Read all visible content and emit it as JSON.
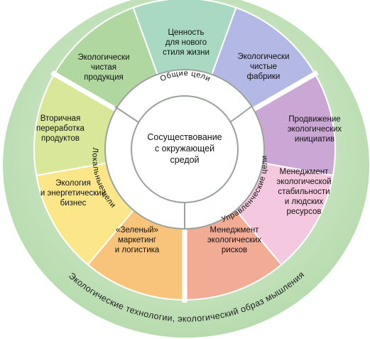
{
  "center": {
    "lines": [
      "Сосуществование",
      "с окружающей",
      "средой"
    ]
  },
  "ring": {
    "general": "Общие цели",
    "local": "Локальные цели",
    "managerial": "Управленческие цели"
  },
  "outer_text": "Экологические технологии, экологический образ  мышления",
  "colors": {
    "outer_ring": "#bfe0b6",
    "inner_ring": "#ffffff",
    "center": "#ffffff",
    "separator": "#9aa09a"
  },
  "segments": [
    {
      "id": "values",
      "lines": [
        "Ценность",
        "для нового",
        "стиля жизни"
      ],
      "color": "#a9d9c2"
    },
    {
      "id": "eco-factories",
      "lines": [
        "Экологически",
        "чистые",
        "фабрики"
      ],
      "color": "#b4b8e4"
    },
    {
      "id": "eco-initiatives",
      "lines": [
        "Продвижение",
        "экологических",
        "инициатив"
      ],
      "color": "#cba7d6"
    },
    {
      "id": "eco-management",
      "lines": [
        "Менеджмент",
        "экологической",
        "стабильности",
        "и людских",
        "ресурсов"
      ],
      "color": "#f4c8de"
    },
    {
      "id": "risk-management",
      "lines": [
        "Менеджмент",
        "экологических",
        "рисков"
      ],
      "color": "#f2ac96"
    },
    {
      "id": "green-marketing",
      "lines": [
        "«Зеленый»",
        "маркетинг",
        "и логистика"
      ],
      "color": "#f8c37a"
    },
    {
      "id": "eco-energy",
      "lines": [
        "Экология",
        "и энергетический",
        "бизнес"
      ],
      "color": "#fbe78a"
    },
    {
      "id": "recycling",
      "lines": [
        "Вторичная",
        "переработка",
        "продуктов"
      ],
      "color": "#d8e79a"
    },
    {
      "id": "eco-products",
      "lines": [
        "Экологически",
        "чистая",
        "продукция"
      ],
      "color": "#b1d7a0"
    }
  ]
}
